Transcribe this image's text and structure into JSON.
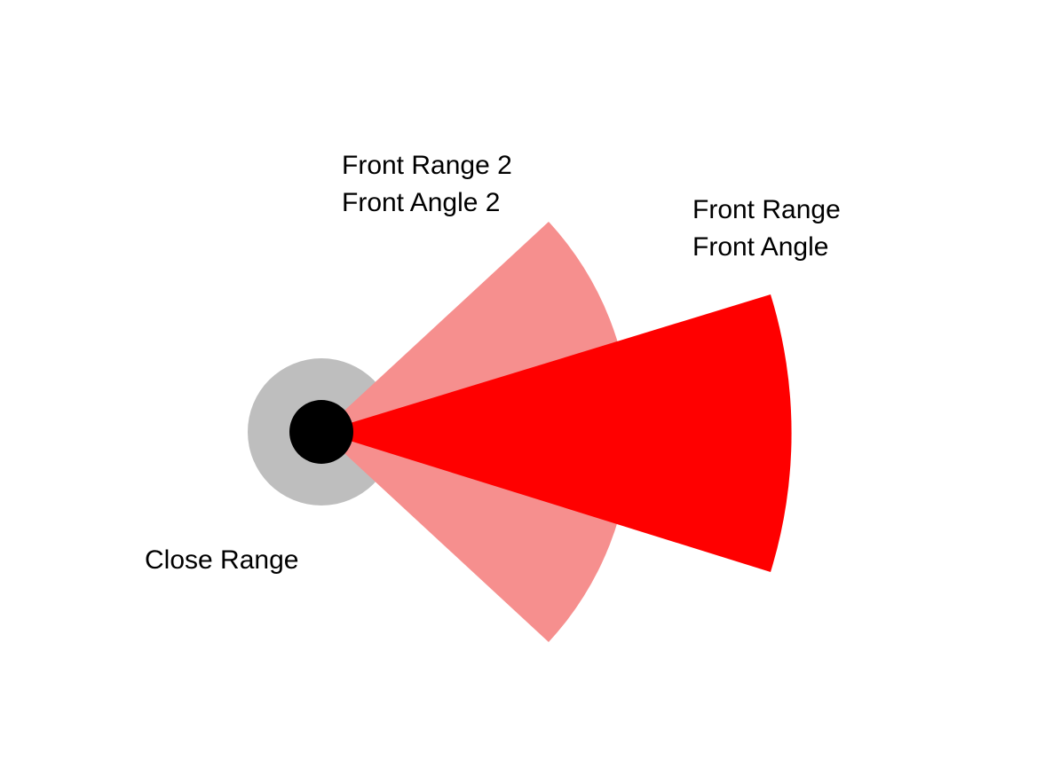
{
  "labels": {
    "front_range_2": "Front Range 2",
    "front_angle_2": "Front Angle 2",
    "front_range": "Front Range",
    "front_angle": "Front Angle",
    "close_range": "Close Range"
  },
  "colors": {
    "front_zone_2": "#f68f8e",
    "front_zone": "#ff0000",
    "close_zone": "#bebebe",
    "agent": "#000000"
  }
}
